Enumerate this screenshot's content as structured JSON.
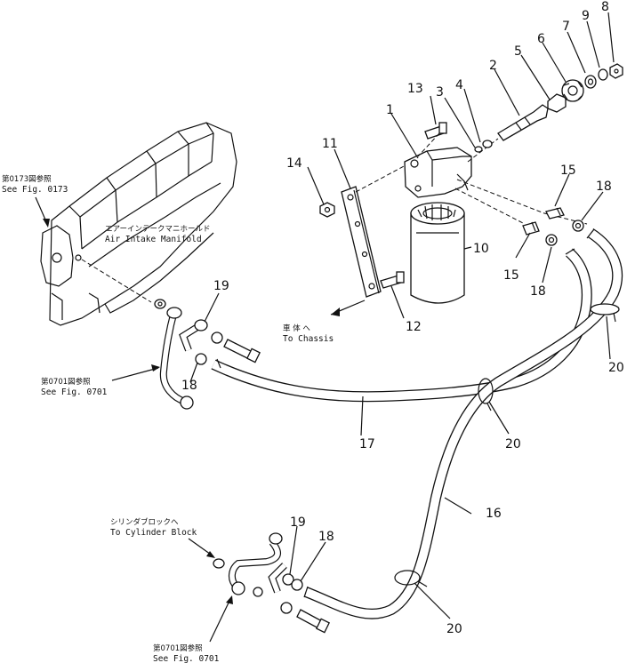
{
  "figure": {
    "part_numbers": {
      "p1": "1",
      "p2": "2",
      "p3": "3",
      "p4": "4",
      "p5": "5",
      "p6": "6",
      "p7": "7",
      "p8": "8",
      "p9": "9",
      "p10": "10",
      "p11": "11",
      "p12": "12",
      "p13": "13",
      "p14": "14",
      "p15a": "15",
      "p15b": "15",
      "p16": "16",
      "p17": "17",
      "p18a": "18",
      "p18b": "18",
      "p18c": "18",
      "p18d": "18",
      "p19a": "19",
      "p19b": "19",
      "p20a": "20",
      "p20b": "20",
      "p20c": "20"
    },
    "refs": {
      "fig0173_jp": "第0173図参照",
      "fig0173_en": "See Fig. 0173",
      "intake_jp": "エアーインテークマニホールド",
      "intake_en": "Air Intake Manifold",
      "chassis_jp": "車 体 へ",
      "chassis_en": "To Chassis",
      "fig0701a_jp": "第0701図参照",
      "fig0701a_en": "See Fig. 0701",
      "cylinder_jp": "シリンダブロックへ",
      "cylinder_en": "To Cylinder Block",
      "fig0701b_jp": "第0701図参照",
      "fig0701b_en": "See Fig. 0701"
    }
  }
}
